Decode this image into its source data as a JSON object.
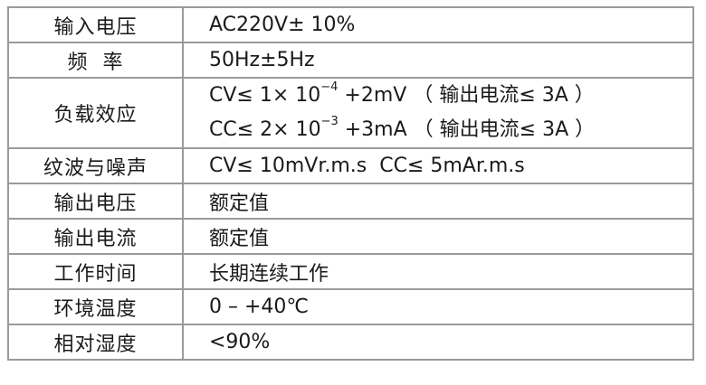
{
  "table": {
    "rows": [
      {
        "label": "输入电压",
        "value": "AC220V± 10%"
      },
      {
        "label": "频  率",
        "value": "50Hz±5Hz"
      },
      {
        "label": "负载效应",
        "lines": [
          {
            "pre": "CV≤ 1× 10",
            "sup": "−4",
            "post": " +2mV （ 输出电流≤ 3A ）"
          },
          {
            "pre": "CC≤ 2× 10",
            "sup": "−3",
            "post": " +3mA （ 输出电流≤ 3A ）"
          }
        ]
      },
      {
        "label": "纹波与噪声",
        "value": "CV≤ 10mVr.m.s  CC≤ 5mAr.m.s"
      },
      {
        "label": "输出电压",
        "value": "额定值"
      },
      {
        "label": "输出电流",
        "value": "额定值"
      },
      {
        "label": "工作时间",
        "value": "长期连续工作"
      },
      {
        "label": "环境温度",
        "value": "0 – +40℃"
      },
      {
        "label": "相对湿度",
        "value": "<90%"
      }
    ]
  }
}
